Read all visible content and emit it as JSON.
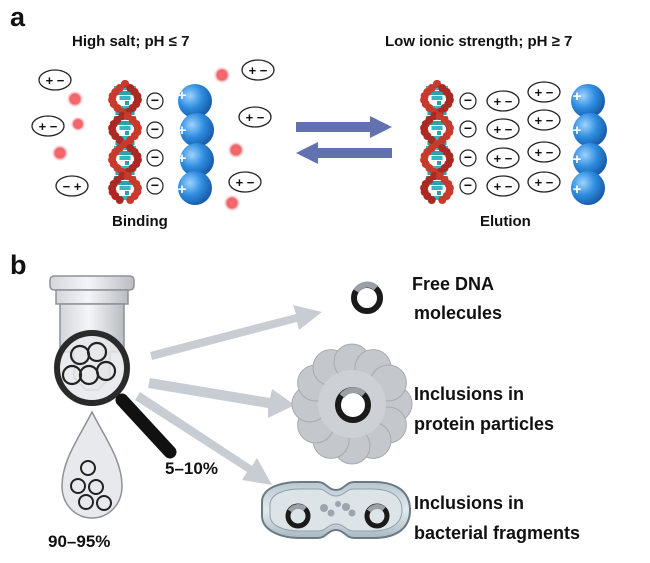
{
  "panel_a": {
    "letter": "a",
    "left_condition": "High salt; pH ≤ 7",
    "right_condition": "Low ionic strength; pH ≥ 7",
    "left_caption": "Binding",
    "right_caption": "Elution",
    "ion_pair_label": "+ −",
    "ion_pair_label_reversed": "− +",
    "negative_sign": "−",
    "positive_sign": "+"
  },
  "panel_b": {
    "letter": "b",
    "outcomes": [
      {
        "line1": "Free DNA",
        "line2": "molecules"
      },
      {
        "line1": "Inclusions in",
        "line2": "protein particles"
      },
      {
        "line1": "Inclusions in",
        "line2": "bacterial fragments"
      }
    ],
    "retained_percent": "5–10%",
    "eluted_percent": "90–95%"
  },
  "colors": {
    "positive_bead": "#2f8ee0",
    "arrow_blue": "#6272b0",
    "ghost_arrow": "#c8cdd4",
    "red_ion": "#e8404a",
    "dna_teal": "#34b6c4",
    "dna_red": "#a82a22"
  }
}
